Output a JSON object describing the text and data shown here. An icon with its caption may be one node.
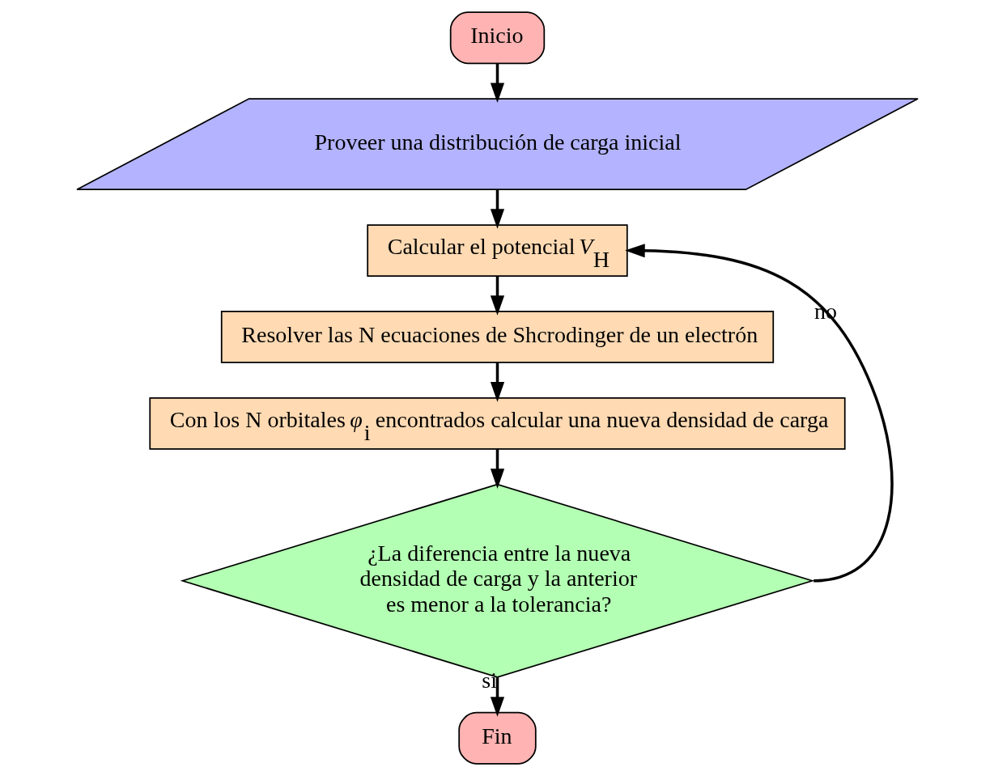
{
  "diagram": {
    "nodes": [
      {
        "text": [
          "Inicio"
        ]
      },
      {
        "text": [
          "Proveer una distribución de carga inicial"
        ]
      },
      {
        "text": [
          "Calcular el potencial *V*$_{H}$"
        ]
      },
      {
        "text": [
          "Resolver las N ecuaciones de Shcrodinger de un electrón"
        ]
      },
      {
        "text": [
          "Con los N orbitales *φ*$_{i}$ encontrados calcular una nueva densidad de carga"
        ]
      },
      {
        "text": [
          "¿La diferencia entre la nueva densidad de carga y la anterior es menor a la tolerancia?"
        ]
      },
      {
        "text": [
          "Fin"
        ]
      }
    ],
    "edges": [
      {
        "from": 0,
        "to": 1,
        "arrow": "to"
      },
      {
        "from": 1,
        "to": 2,
        "arrow": "to"
      },
      {
        "from": 2,
        "to": 3,
        "arrow": "to"
      },
      {
        "from": 3,
        "to": 4,
        "arrow": "to"
      },
      {
        "from": 4,
        "to": 5,
        "arrow": "to"
      },
      {
        "from": 5,
        "to": 6,
        "arrow": "to",
        "label": "si"
      },
      {
        "from": 5,
        "to": 2,
        "arrow": "to",
        "label": "no"
      }
    ]
  }
}
